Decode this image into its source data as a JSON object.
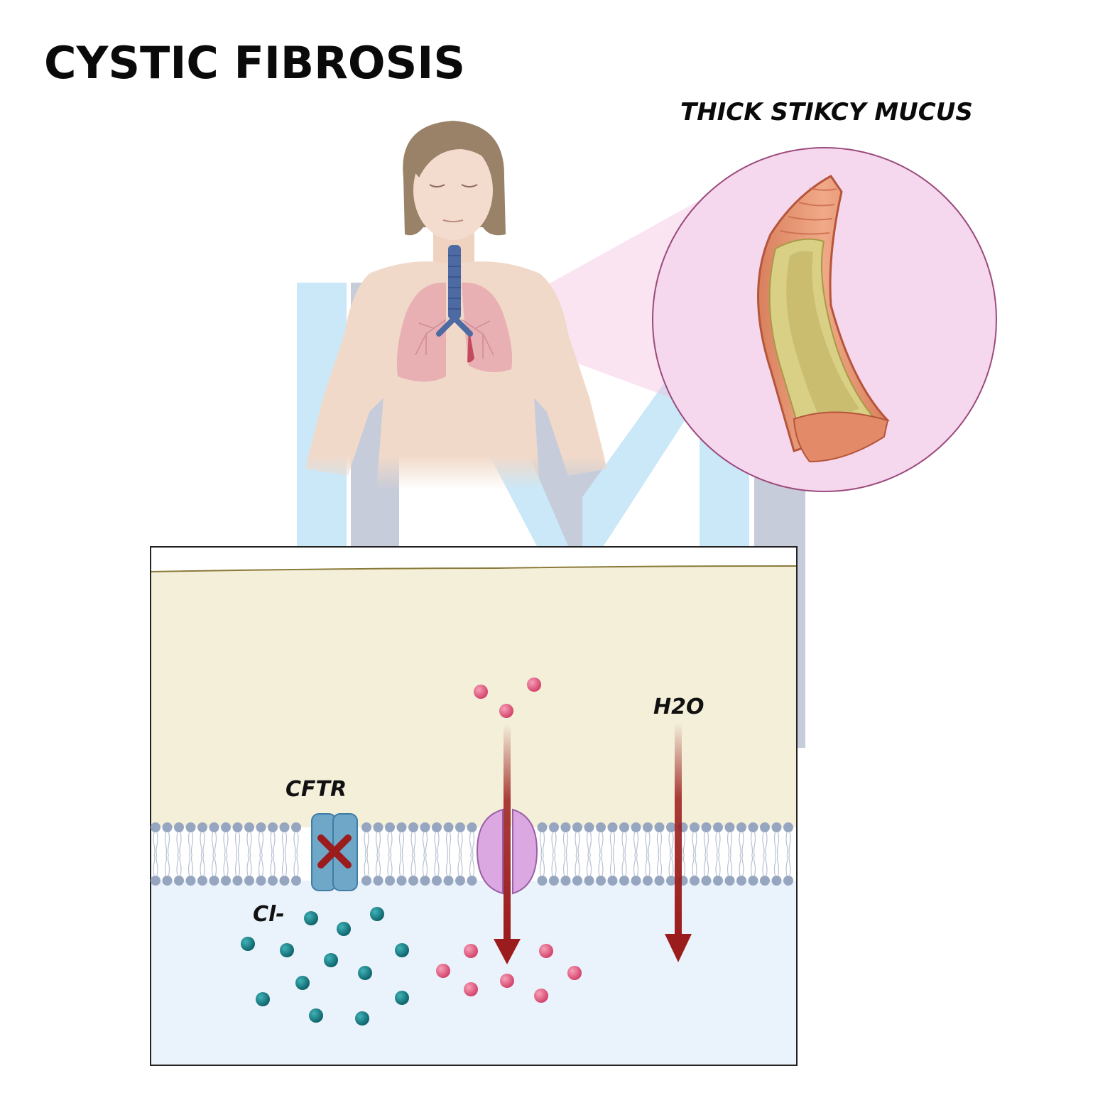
{
  "title": "CYSTIC FIBROSIS",
  "zoom_label": "THICK STIKCY MUCUS",
  "labels": {
    "cftr": "CFTR",
    "chloride": "Cl-",
    "water": "H2O"
  },
  "icons": {
    "person": "female-torso-with-lungs",
    "zoom_inset": "airway-cross-section",
    "cftr_blocked": "red-x"
  },
  "colors": {
    "mucus_fluid": "#f2eed6",
    "cytoplasm": "#eaf2fb",
    "chloride_ion": "#0f7a80",
    "sodium_ion": "#e0557a",
    "arrow": "#9b1c1c",
    "cftr_channel": "#6fa7c9",
    "sodium_channel": "#dba8e2",
    "zoom_circle": "#f6d8ee"
  }
}
